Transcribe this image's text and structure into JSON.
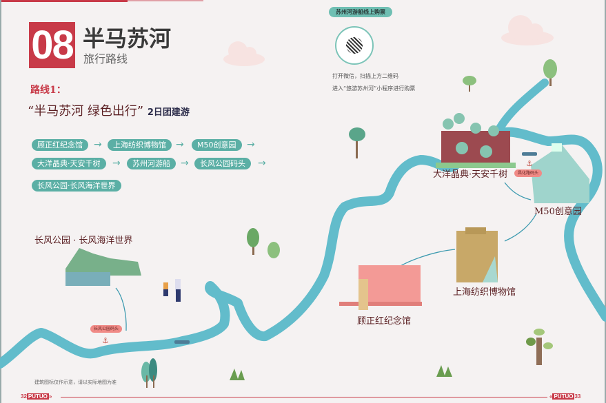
{
  "header": {
    "number": "08",
    "title": "半马苏河",
    "subtitle": "旅行路线"
  },
  "route": {
    "label": "路线1：",
    "slogan": "“半马苏河 绿色出行”",
    "slogan_suffix": "2日团建游",
    "stops": [
      "顾正红纪念馆",
      "上海纺织博物馆",
      "M50创意园",
      "大洋晶典·天安千树",
      "苏州河游船",
      "长风公园码头",
      "长风公园·长风海洋世界"
    ]
  },
  "ticket": {
    "heading": "苏州河游船线上购票",
    "qr_icon": "qr-code-icon",
    "line1": "打开微信，扫描上方二维码",
    "line2": "进入“悠游苏州河”小程序进行购票"
  },
  "map": {
    "places": [
      "大洋晶典·天安千树",
      "M50创意园",
      "上海纺织博物馆",
      "顾正红纪念馆",
      "长风公园 · 长风海洋世界"
    ],
    "piers": [
      "昌化路码头",
      "长风公园码头"
    ],
    "note": "建筑图标仅作示意，请以实际地图为准"
  },
  "footer": {
    "left_page": "32",
    "right_page": "33",
    "brand": "PUTUO"
  },
  "colors": {
    "accent": "#c83a48",
    "pill": "#5bafa5",
    "river": "#62bccb",
    "pier": "#f08a86"
  }
}
